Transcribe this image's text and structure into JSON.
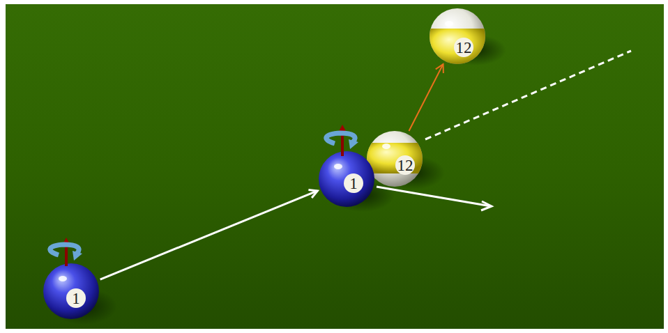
{
  "diagram": {
    "nodes": [
      {
        "text": [
          "12"
        ]
      },
      {
        "text": [
          "12"
        ]
      },
      {
        "text": [
          "1"
        ]
      },
      {
        "text": [
          "1"
        ]
      }
    ],
    "edges": [
      {
        "from": 3,
        "to": 2,
        "arrow": "to"
      },
      {
        "from": 1,
        "to": 0,
        "arrow": "to"
      }
    ]
  }
}
